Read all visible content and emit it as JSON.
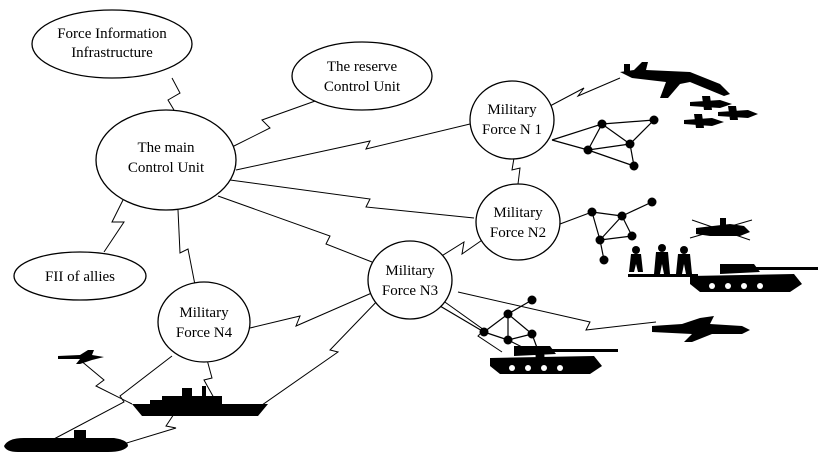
{
  "nodes": {
    "fii": {
      "line1": "Force Information",
      "line2": "Infrastructure"
    },
    "reserve": {
      "line1": "The reserve",
      "line2": "Control Unit"
    },
    "main": {
      "line1": "The main",
      "line2": "Control Unit"
    },
    "allies": {
      "line1": "FII of allies"
    },
    "mf1": {
      "line1": "Military",
      "line2": "Force N 1"
    },
    "mf2": {
      "line1": "Military",
      "line2": "Force N2"
    },
    "mf3": {
      "line1": "Military",
      "line2": "Force N3"
    },
    "mf4": {
      "line1": "Military",
      "line2": "Force N4"
    }
  },
  "icons": [
    "airplane-icon",
    "bomber-icon",
    "fighter-jet-icon",
    "helicopter-icon",
    "soldiers-icon",
    "tank-icon",
    "warship-icon",
    "submarine-icon"
  ]
}
